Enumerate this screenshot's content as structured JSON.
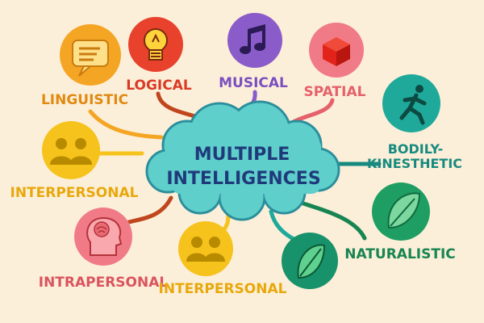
{
  "center": {
    "line1": "MULTIPLE",
    "line2": "INTELLIGENCES",
    "fill": "#5fcfcb",
    "text_color": "#1f3a7a"
  },
  "nodes": [
    {
      "key": "linguistic",
      "label": "LINGUISTIC",
      "icon": "speech-bubble-icon",
      "circle_color": "#f5a524",
      "text_color": "#e08a12"
    },
    {
      "key": "logical",
      "label": "LOGICAL",
      "icon": "lightbulb-icon",
      "circle_color": "#e8412c",
      "text_color": "#d93a25"
    },
    {
      "key": "musical",
      "label": "MUSICAL",
      "icon": "music-note-icon",
      "circle_color": "#8a5cc9",
      "text_color": "#7a4fbf"
    },
    {
      "key": "spatial",
      "label": "SPATIAL",
      "icon": "cube-icon",
      "circle_color": "#f07b86",
      "text_color": "#e5616b"
    },
    {
      "key": "bodily-kinesthetic",
      "label_line1": "BODILY-",
      "label_line2": "KINESTHETIC",
      "icon": "running-person-icon",
      "circle_color": "#1fa99a",
      "text_color": "#178a7f"
    },
    {
      "key": "interpersonal-left",
      "label": "INTERPERSONAL",
      "icon": "people-icon",
      "circle_color": "#f6c21c",
      "text_color": "#e8a80c"
    },
    {
      "key": "naturalistic",
      "label": "NATURALISTIC",
      "icon": "leaf-icon",
      "circle_color": "#1e9e63",
      "text_color": "#178552"
    },
    {
      "key": "intrapersonal",
      "label": "INTRAPERSONAL",
      "icon": "head-brain-icon",
      "circle_color": "#f07b86",
      "text_color": "#d9545f"
    },
    {
      "key": "interpersonal-bottom",
      "label": "INTERPERSONAL",
      "icon": "people-icon",
      "circle_color": "#f6c21c",
      "text_color": "#e8a80c"
    },
    {
      "key": "leaf-bottom",
      "icon": "leaf-icon",
      "circle_color": "#17926a"
    }
  ]
}
